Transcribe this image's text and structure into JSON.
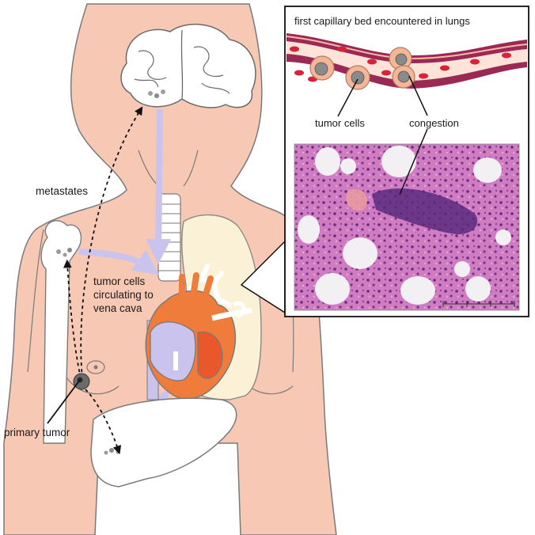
{
  "labels": {
    "metastates": "metastates",
    "tumor_cells_circulating_line1": "tumor cells",
    "tumor_cells_circulating_line2": "circulating to",
    "tumor_cells_circulating_line3": "vena cava",
    "primary_tumor": "primary tumor"
  },
  "inset": {
    "title": "first capillary bed encountered in lungs",
    "tumor_cells_label": "tumor cells",
    "congestion_label": "congestion"
  },
  "colors": {
    "skin": "#f7c9b4",
    "outline": "#7a7a7a",
    "vessel": "#9a2a55",
    "red_cell": "#d9223a",
    "lung": "#fbf1d6",
    "heart": "#f07c3c",
    "arrow": "#c9c3ee",
    "histology": "#c872b8"
  }
}
